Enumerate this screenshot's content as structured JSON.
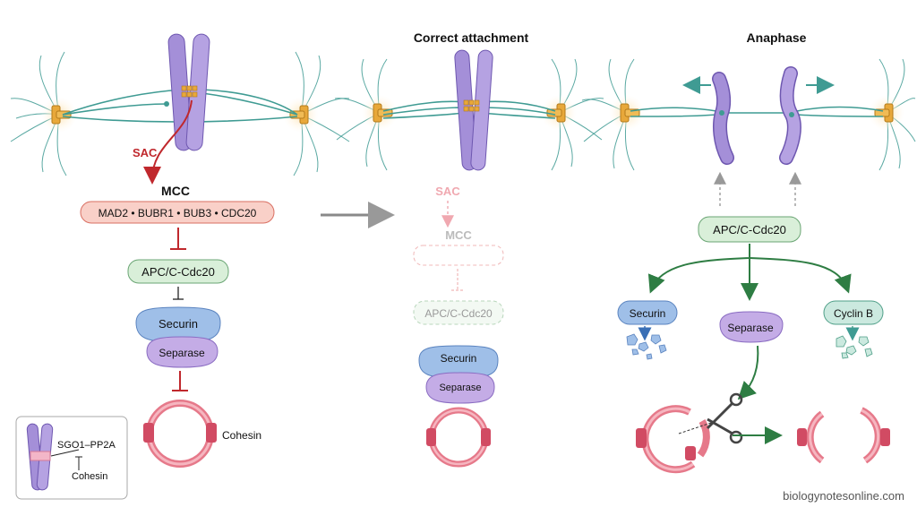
{
  "panel_titles": {
    "middle": "Correct attachment",
    "right": "Anaphase"
  },
  "left_panel": {
    "sac": "SAC",
    "mcc_title": "MCC",
    "mcc_components": "MAD2 • BUBR1 • BUB3 • CDC20",
    "apc": "APC/C-Cdc20",
    "securin": "Securin",
    "separase": "Separase",
    "cohesin": "Cohesin"
  },
  "inset": {
    "sgo": "SGO1–PP2A",
    "cohesin": "Cohesin"
  },
  "middle_panel": {
    "sac": "SAC",
    "mcc_title": "MCC",
    "apc": "APC/C-Cdc20",
    "securin": "Securin",
    "separase": "Separase"
  },
  "right_panel": {
    "apc": "APC/C-Cdc20",
    "securin": "Securin",
    "separase": "Separase",
    "cyclin_b": "Cyclin B"
  },
  "watermark": "biologynotesonline.com",
  "colors": {
    "chromosome": "#a48fd8",
    "microtubule": "#3f9b93",
    "centrosome": "#e8a83a",
    "sac_red": "#c0282d",
    "mcc_fill": "#f9d0c8",
    "apc_fill": "#d9efd9",
    "securin_fill": "#9fbfe8",
    "separase_fill": "#c4ace6",
    "cohesin": "#e6798a",
    "activation_green": "#2e7d43"
  }
}
